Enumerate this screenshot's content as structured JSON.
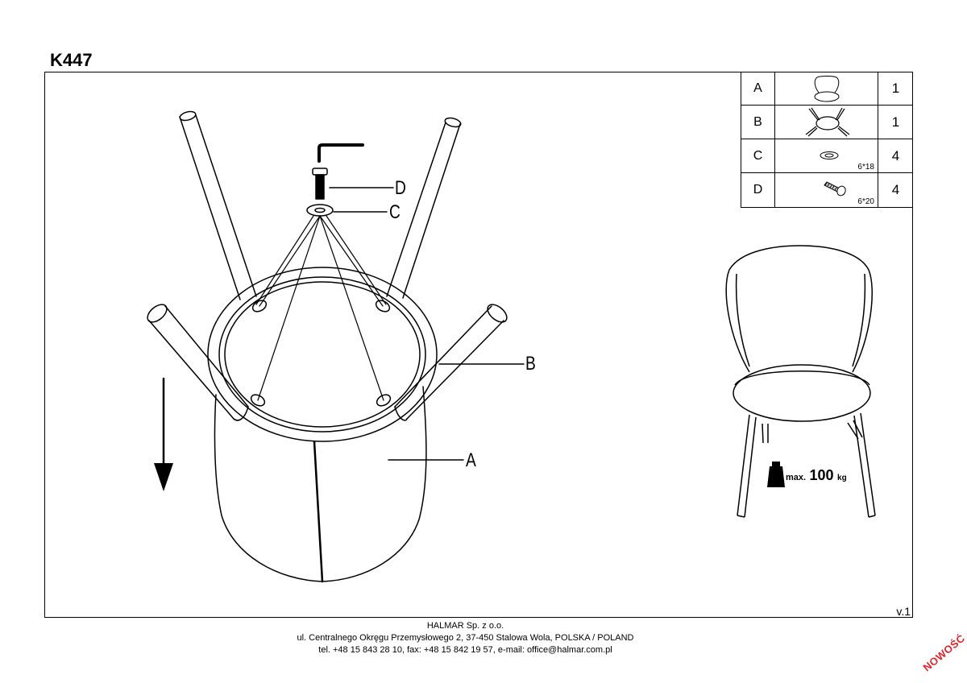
{
  "header": {
    "model_code": "K447"
  },
  "parts_table": [
    {
      "letter": "A",
      "icon": "chair-seat-icon",
      "size": "",
      "qty": "1"
    },
    {
      "letter": "B",
      "icon": "chair-legs-frame-icon",
      "size": "",
      "qty": "1"
    },
    {
      "letter": "C",
      "icon": "washer-icon",
      "size": "6*18",
      "qty": "4"
    },
    {
      "letter": "D",
      "icon": "bolt-icon",
      "size": "6*20",
      "qty": "4"
    }
  ],
  "diagram": {
    "labels": {
      "a": "A",
      "b": "B",
      "c": "C",
      "d": "D"
    }
  },
  "max_load": {
    "label": "max.",
    "value": "100",
    "unit": "kg"
  },
  "version": "v.1",
  "footer": {
    "company": "HALMAR Sp. z o.o.",
    "address": "ul. Centralnego Okręgu Przemysłowego 2, 37-450 Stalowa Wola, POLSKA / POLAND",
    "contact": "tel. +48 15 843 28 10, fax: +48 15 842 19 57, e-mail: office@halmar.com.pl"
  },
  "stamp": "NOWOŚĆ",
  "colors": {
    "stamp": "#e0262c",
    "line": "#000000",
    "background": "#ffffff"
  }
}
